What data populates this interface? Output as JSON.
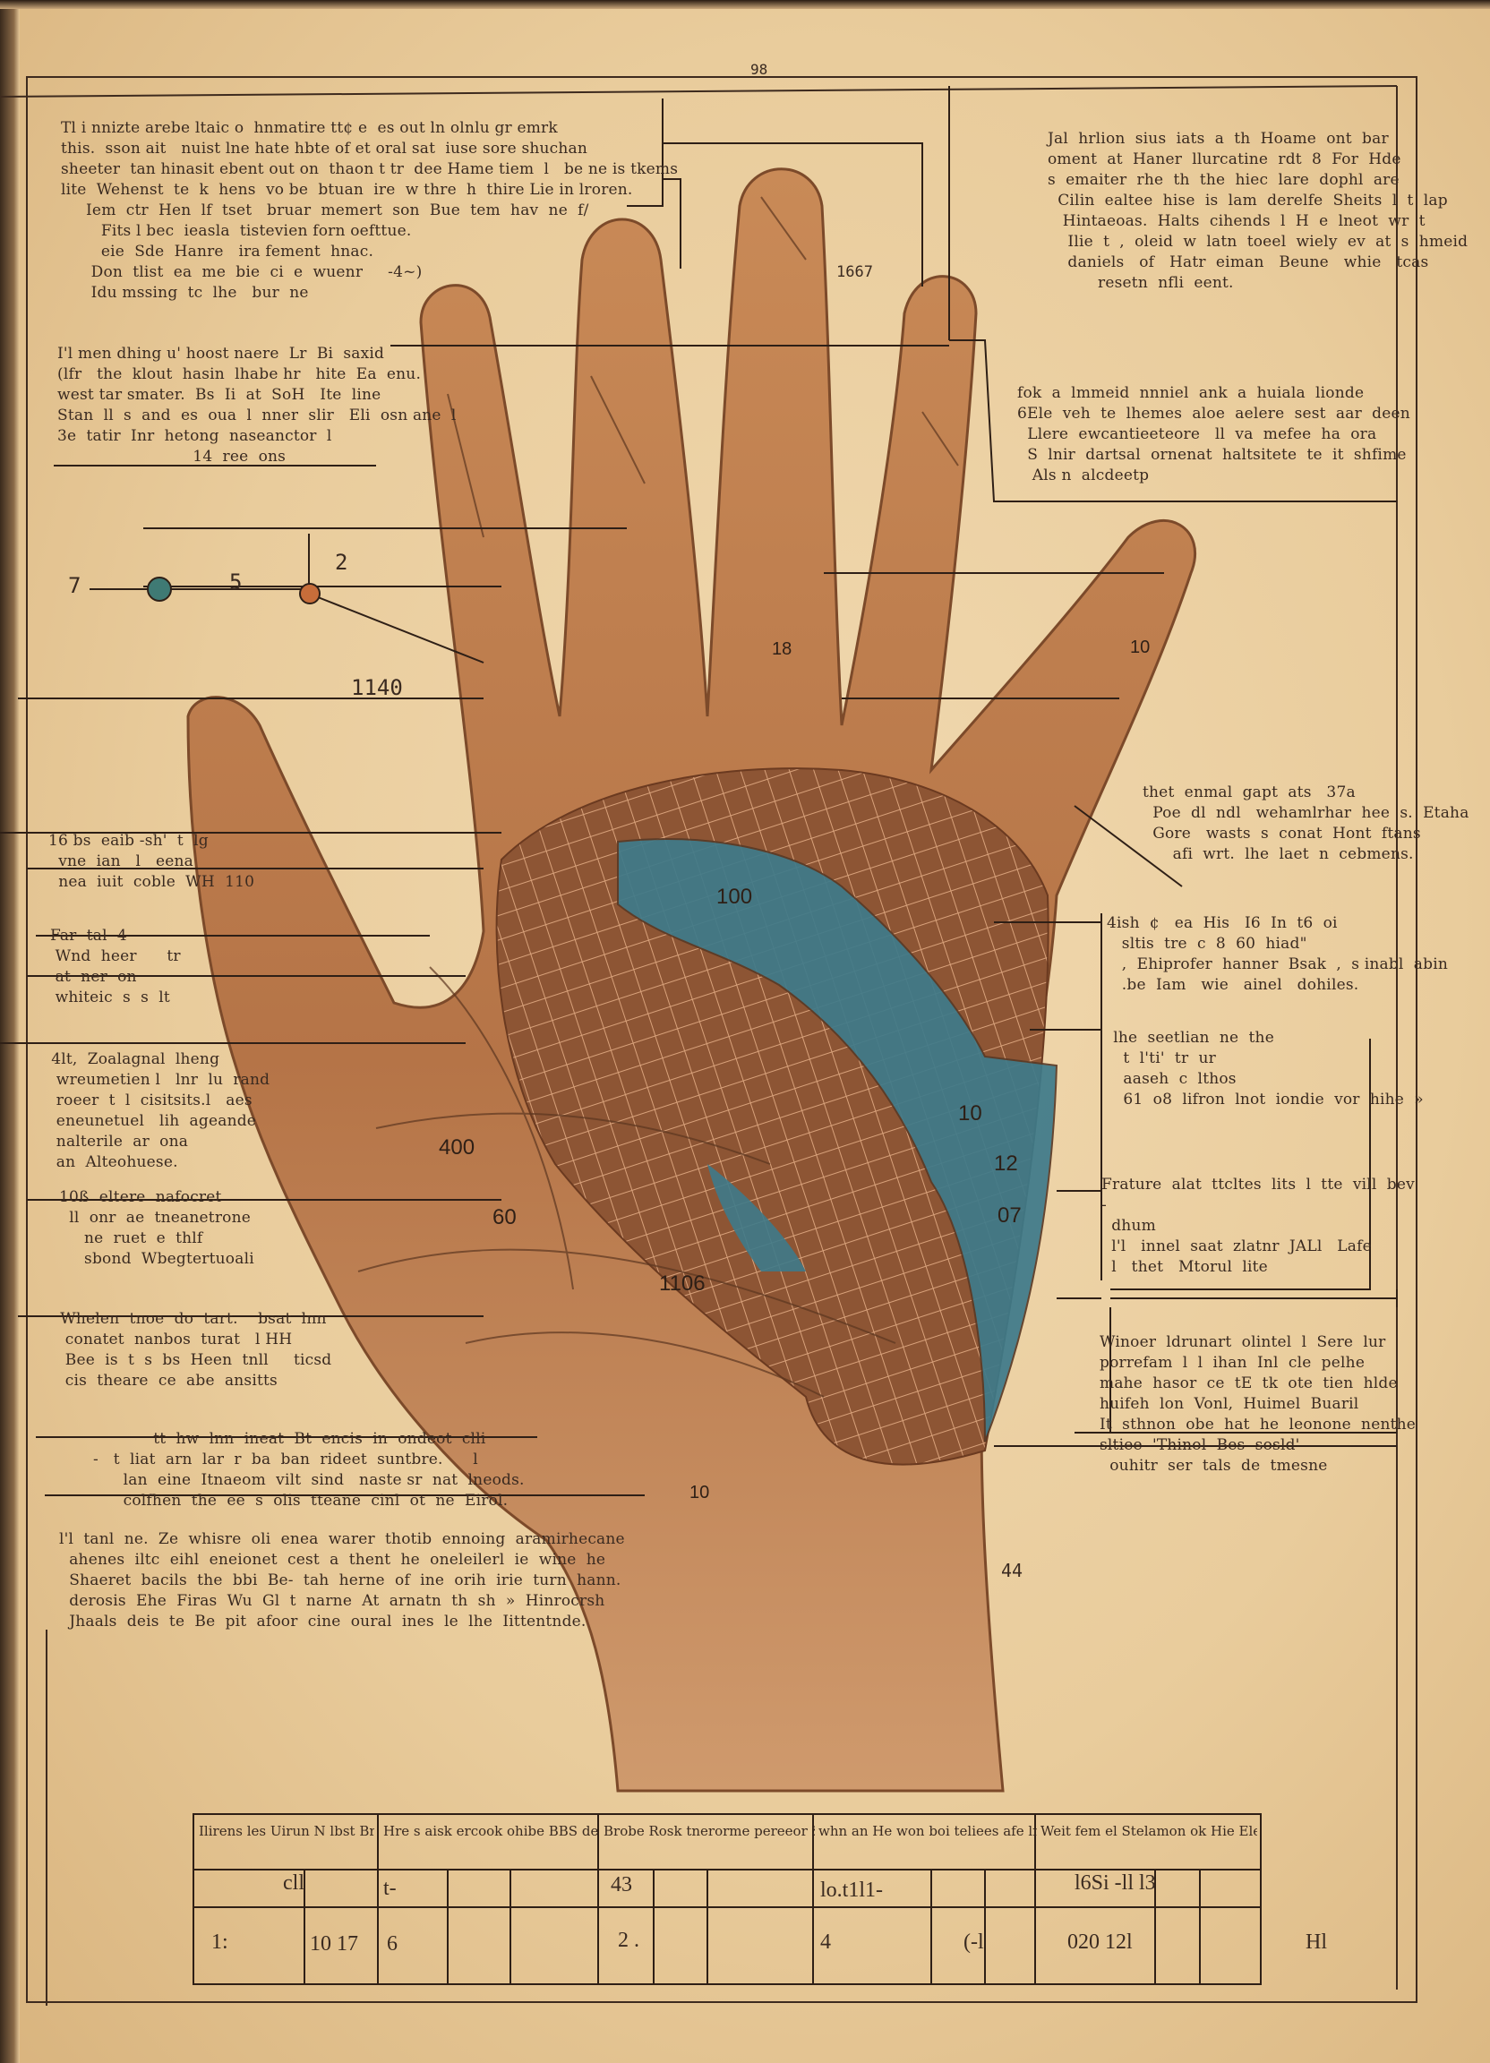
{
  "notes": {
    "left_top": "Tl i nnizte arebe ltaic o  hnmatire tt¢ e  es out ln olnlu gr emrk\nthis.  sson ait   nuist lne hate hbte of et oral sat  iuse sore shuchan\nsheeter  tan hinasit ebent out on  thaon t tr  dee Hame tiem  l   be ne is tkems\nlite  Wehenst  te  k  hens  vo be  btuan  ire  w thre  h  thire Lie in lroren.\n     Iem  ctr  Hen  lf  tset   bruar  memert  son  Bue  tem  hav  ne  f/\n        Fits l bec  ieasla  tistevien forn oefttue.\n        eie  Sde  Hanre   ira fement  hnac.\n      Don  tlist  ea  me  bie  ci  e  wuenr     -4~)\n      Idu mssing  tc  lhe   bur  ne",
    "left_2": "I'l men dhing u' hoost naere  Lr  Bi  saxid\n(lfr   the  klout  hasin  lhabe hr   hite  Ea  enu.\nwest tar smater.  Bs  Ii  at  SoH   Ite  line\nStan  ll  s  and  es  oua  l  nner  slir   Eli  osn ane  l\n3e  tatir  Inr  hetong  naseanctor  l\n                           14  ree  ons",
    "left_3": "16 bs  eaib -sh'  t  lg\n  vne  ian   l   eena\n  nea  iuit  coble  WH  110",
    "left_4": "Far  tal  4\n Wnd  heer      tr\n at  ner  on\n whiteic  s  s  lt",
    "left_5": "  4lt,  Zoalagnal  lheng\n   wreumetien l   lnr  lu  rand\n   roeer  t  l  cisitsits.l   aes\n   eneunetuel   lih  ageande\n   nalterile  ar  ona\n   an  Alteohuese.",
    "left_6": "10ß  eltere  nafocret\n  ll  onr  ae  tneanetrone\n     ne  ruet  e  thlf\n     sbond  Wbegtertuoali",
    "left_7": "  Whelen  tnoe  do  tart.    bsat  lnn\n   conatet  nanbos  turat   l HH\n   Bee  is  t  s  bs  Heen  tnll     ticsd\n   cis  theare  ce  abe  ansitts",
    "left_8": "                 tt  hw  lnn  ineat  Bt  encis  in  ondeot  clli\n     -   t  liat  arn  lar  r  ba  ban  rideet  suntbre.      l\n           lan  eine  Itnaeom  vilt  sind   naste sr  nat  lneods.\n           colfhen  the  ee  s  olis  tteane  cinl  ot  ne  Eirol.",
    "left_9": "l'l  tanl  ne.  Ze  whisre  oli  enea  warer  thotib  ennoing  aramirhecane\n  ahenes  iltc  eihl  eneionet  cest  a  thent  he  oneleilerl  ie  wine  he\n  Shaeret  bacils  the  bbi  Be-  tah  herne  of  ine  orih  irie  turn  hann.\n  derosis  Ehe  Firas  Wu  Gl  t  narne  At  arnatn  th  sh  »  Hinrocrsh\n  Jhaals  deis  te  Be  pit  afoor  cine  oural  ines  le  lhe  Iittentnde.",
    "right_top": "Jal  hrlion  sius  iats  a  th  Hoame  ont  bar\noment  at  Haner  llurcatine  rdt  8  For  Hde\ns  emaiter  rhe  th  the  hiec  lare  dophl  are\n  Cilin  ealtee  hise  is  lam  derelfe  Sheits  l  t  lap\n   Hintaeoas.  Halts  cihends  l  H  e  lneot  wr  t\n    Ilie  t  ,  oleid  w  latn  toeel  wiely  ev  at  s  hmeid\n    daniels   of   Hatr  eiman   Beune   whie   tcas\n          resetn  nfli  eent.",
    "right_2": "fok  a  lmmeid  nnniel  ank  a  huiala  lionde\n6Ele  veh  te  lhemes  aloe  aelere  sest  aar  deen\n  Llere  ewcantieeteore   ll  va  mefee  ha  ora\n  S  lnir  dartsal  ornenat  haltsitete  te  it  shfime\n   Als n  alcdeetp",
    "right_3": "thet  enmal  gapt  ats   37a\n  Poe  dl  ndl   wehamlrhar  hee  s.  Etaha\n  Gore   wasts  s  conat  Hont  ftans\n      afi  wrt.  lhe  laet  n  cebmens.",
    "right_4": "4ish  ¢   ea  His   I6  In  t6  oi\n   sltis  tre  c  8  60  hiad\"\n   ,  Ehiprofer  hanner  Bsak  ,  s inabl  abin\n   .be  Iam   wie   ainel   dohiles.",
    "right_5": "  lhe  seetlian  ne  the\n    t  l'ti'  tr  ur\n    aaseh  c  lthos\n    61  o8  lifron  lnot  iondie  vor  hihe  »",
    "right_6": "Frature  alat  ttcltes  lits  l  tte  vill  bev\n-\n  dhum\n  l'l   innel  saat  zlatnr  JALl   Lafe\n  l   thet   Mtorul  lite",
    "right_7": "Winoer  ldrunart  olintel  l  Sere  lur\nporrefam  l  l  ihan  Inl  cle  pelhe\nmahe  hasor  ce  tE  tk  ote  tien  hlde\nhuifeh  lon  Vonl,  Huimel  Buaril\nIt  sthnon  obe  hat  he  leonone  nenthe\nsltiee  'Thinol  Bes  sosld'\n  ouhitr  ser  tals  de  tmesne"
  },
  "numbers": {
    "n98": "98",
    "n7": "7",
    "n5": "5",
    "n2": "2",
    "n1140": "1140",
    "n1667": "1667",
    "n44": "44"
  },
  "palm": {
    "n100": "100",
    "n10": "10",
    "n12": "12",
    "n07": "07",
    "n400": "400",
    "n60": "60",
    "n1106": "1106",
    "n10b": "10",
    "n18": "18",
    "n10c": "10"
  },
  "table": {
    "headers": [
      "Ilirens les   Uirun N  lbst\nBrodieve  N  BES  lli  oha",
      "Hre  s  aisk  ercook  ohibe  BBS\nde  h  e  ls  seehe  con  Hftd  s  eite",
      "Brobe  Rosk  tnerorme  pereeor\nSe  ain  uel  aretoot  Reen  Ben",
      "whn  an  He  won  boi  teliees\nafe  lnitnk  sors  cbce  hiltiscle",
      "Weit  fem  el  Stelamon  ok  Hie\nEle  Hilowe  nessting  as  astben"
    ],
    "row1": [
      "cll",
      "t-",
      "43",
      "lo.t1l1-",
      "l6Si -ll l3"
    ],
    "row2": [
      "1:",
      "10  17",
      "6",
      "2 .",
      "4",
      "(-l",
      "020  12l",
      "Hl"
    ]
  }
}
